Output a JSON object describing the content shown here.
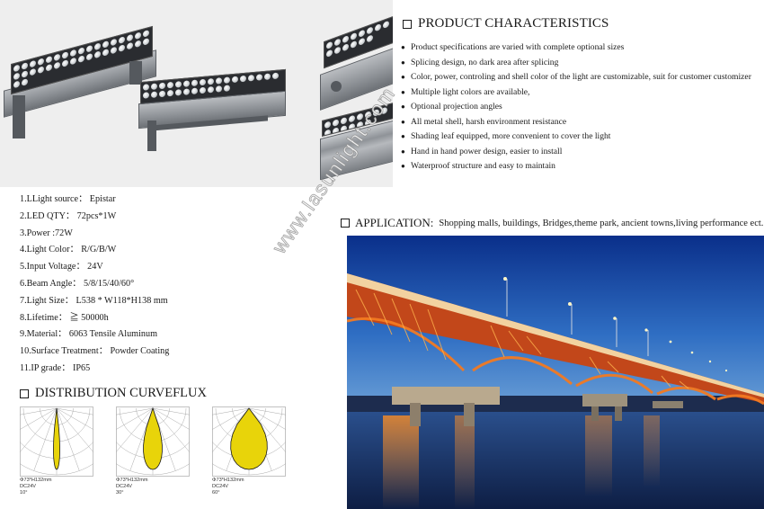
{
  "characteristics": {
    "title": "PRODUCT CHARACTERISTICS",
    "items": [
      "Product specifications are varied with complete optional sizes",
      "Splicing design, no dark area after splicing",
      "Color, power, controling and shell color of the light are customizable, suit for customer customizer",
      "Multiple light colors are available,",
      "Optional projection angles",
      "All metal shell, harsh environment resistance",
      "Shading leaf equipped, more convenient to cover the light",
      "Hand in hand power design, easier to install",
      "Waterproof structure and easy to maintain"
    ]
  },
  "specs": [
    "1.LLight source： Epistar",
    "2.LED QTY： 72pcs*1W",
    "3.Power :72W",
    "4.Light Color： R/G/B/W",
    "5.Input Voltage： 24V",
    "6.Beam Angle： 5/8/15/40/60°",
    "7.Light Size： L538 * W118*H138 mm",
    "8.Lifetime： ≧ 50000h",
    "9.Material： 6063 Tensile Aluminum",
    "10.Surface Treatment： Powder Coating",
    "11.IP grade： IP65"
  ],
  "distribution": {
    "title": "DISTRIBUTION CURVEFLUX",
    "curves": [
      {
        "size": "Φ73*H132mm",
        "voltage": "DC24V",
        "angle": "10°",
        "beam_deg": 10
      },
      {
        "size": "Φ73*H132mm",
        "voltage": "DC24V",
        "angle": "30°",
        "beam_deg": 30
      },
      {
        "size": "Φ73*H132mm",
        "voltage": "DC24V",
        "angle": "60°",
        "beam_deg": 60
      }
    ]
  },
  "application": {
    "label": "APPLICATION:",
    "text": "Shopping malls, buildings, Bridges,theme park, ancient towns,living performance ect."
  },
  "watermark": "www.lasunlight.com",
  "colors": {
    "beam_fill": "#e8d40a",
    "sky_top": "#0a2f8a",
    "sky_bottom": "#6fa3d8",
    "bridge_orange": "#e0631c"
  }
}
